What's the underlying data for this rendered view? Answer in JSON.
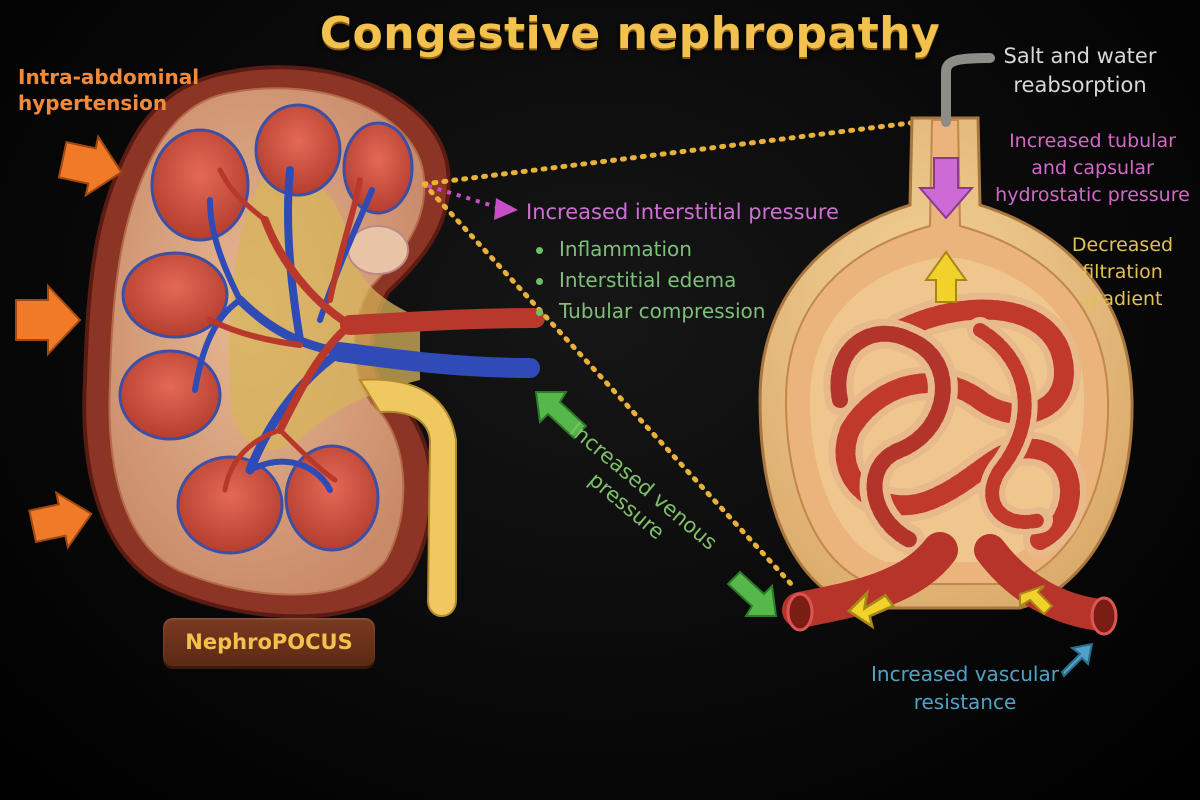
{
  "title": "Congestive nephropathy",
  "left_label": "Intra-abdominal\nhypertension",
  "interstitial": {
    "heading": "Increased interstitial pressure",
    "bullets": [
      "Inflammation",
      "Interstitial edema",
      "Tubular compression"
    ]
  },
  "venous_label": "Increased venous\npressure",
  "right": {
    "salt_water": "Salt and water\nreabsorption",
    "tubular_pressure": "Increased tubular\nand capsular\nhydrostatic pressure",
    "filtration": "Decreased\nfiltration\ngradient",
    "vascular": "Increased vascular\nresistance"
  },
  "badge": "NephroPOCUS",
  "colors": {
    "title": "#f2c14e",
    "abdominal": "#f08a3c",
    "interstitial": "#cf6fd6",
    "bullets": "#7fbf7a",
    "venous": "#7fbf6a",
    "tubular": "#d468c9",
    "filtration": "#e0c15a",
    "vascular": "#4fa3c9",
    "dotted_line": "#e8b23a"
  }
}
